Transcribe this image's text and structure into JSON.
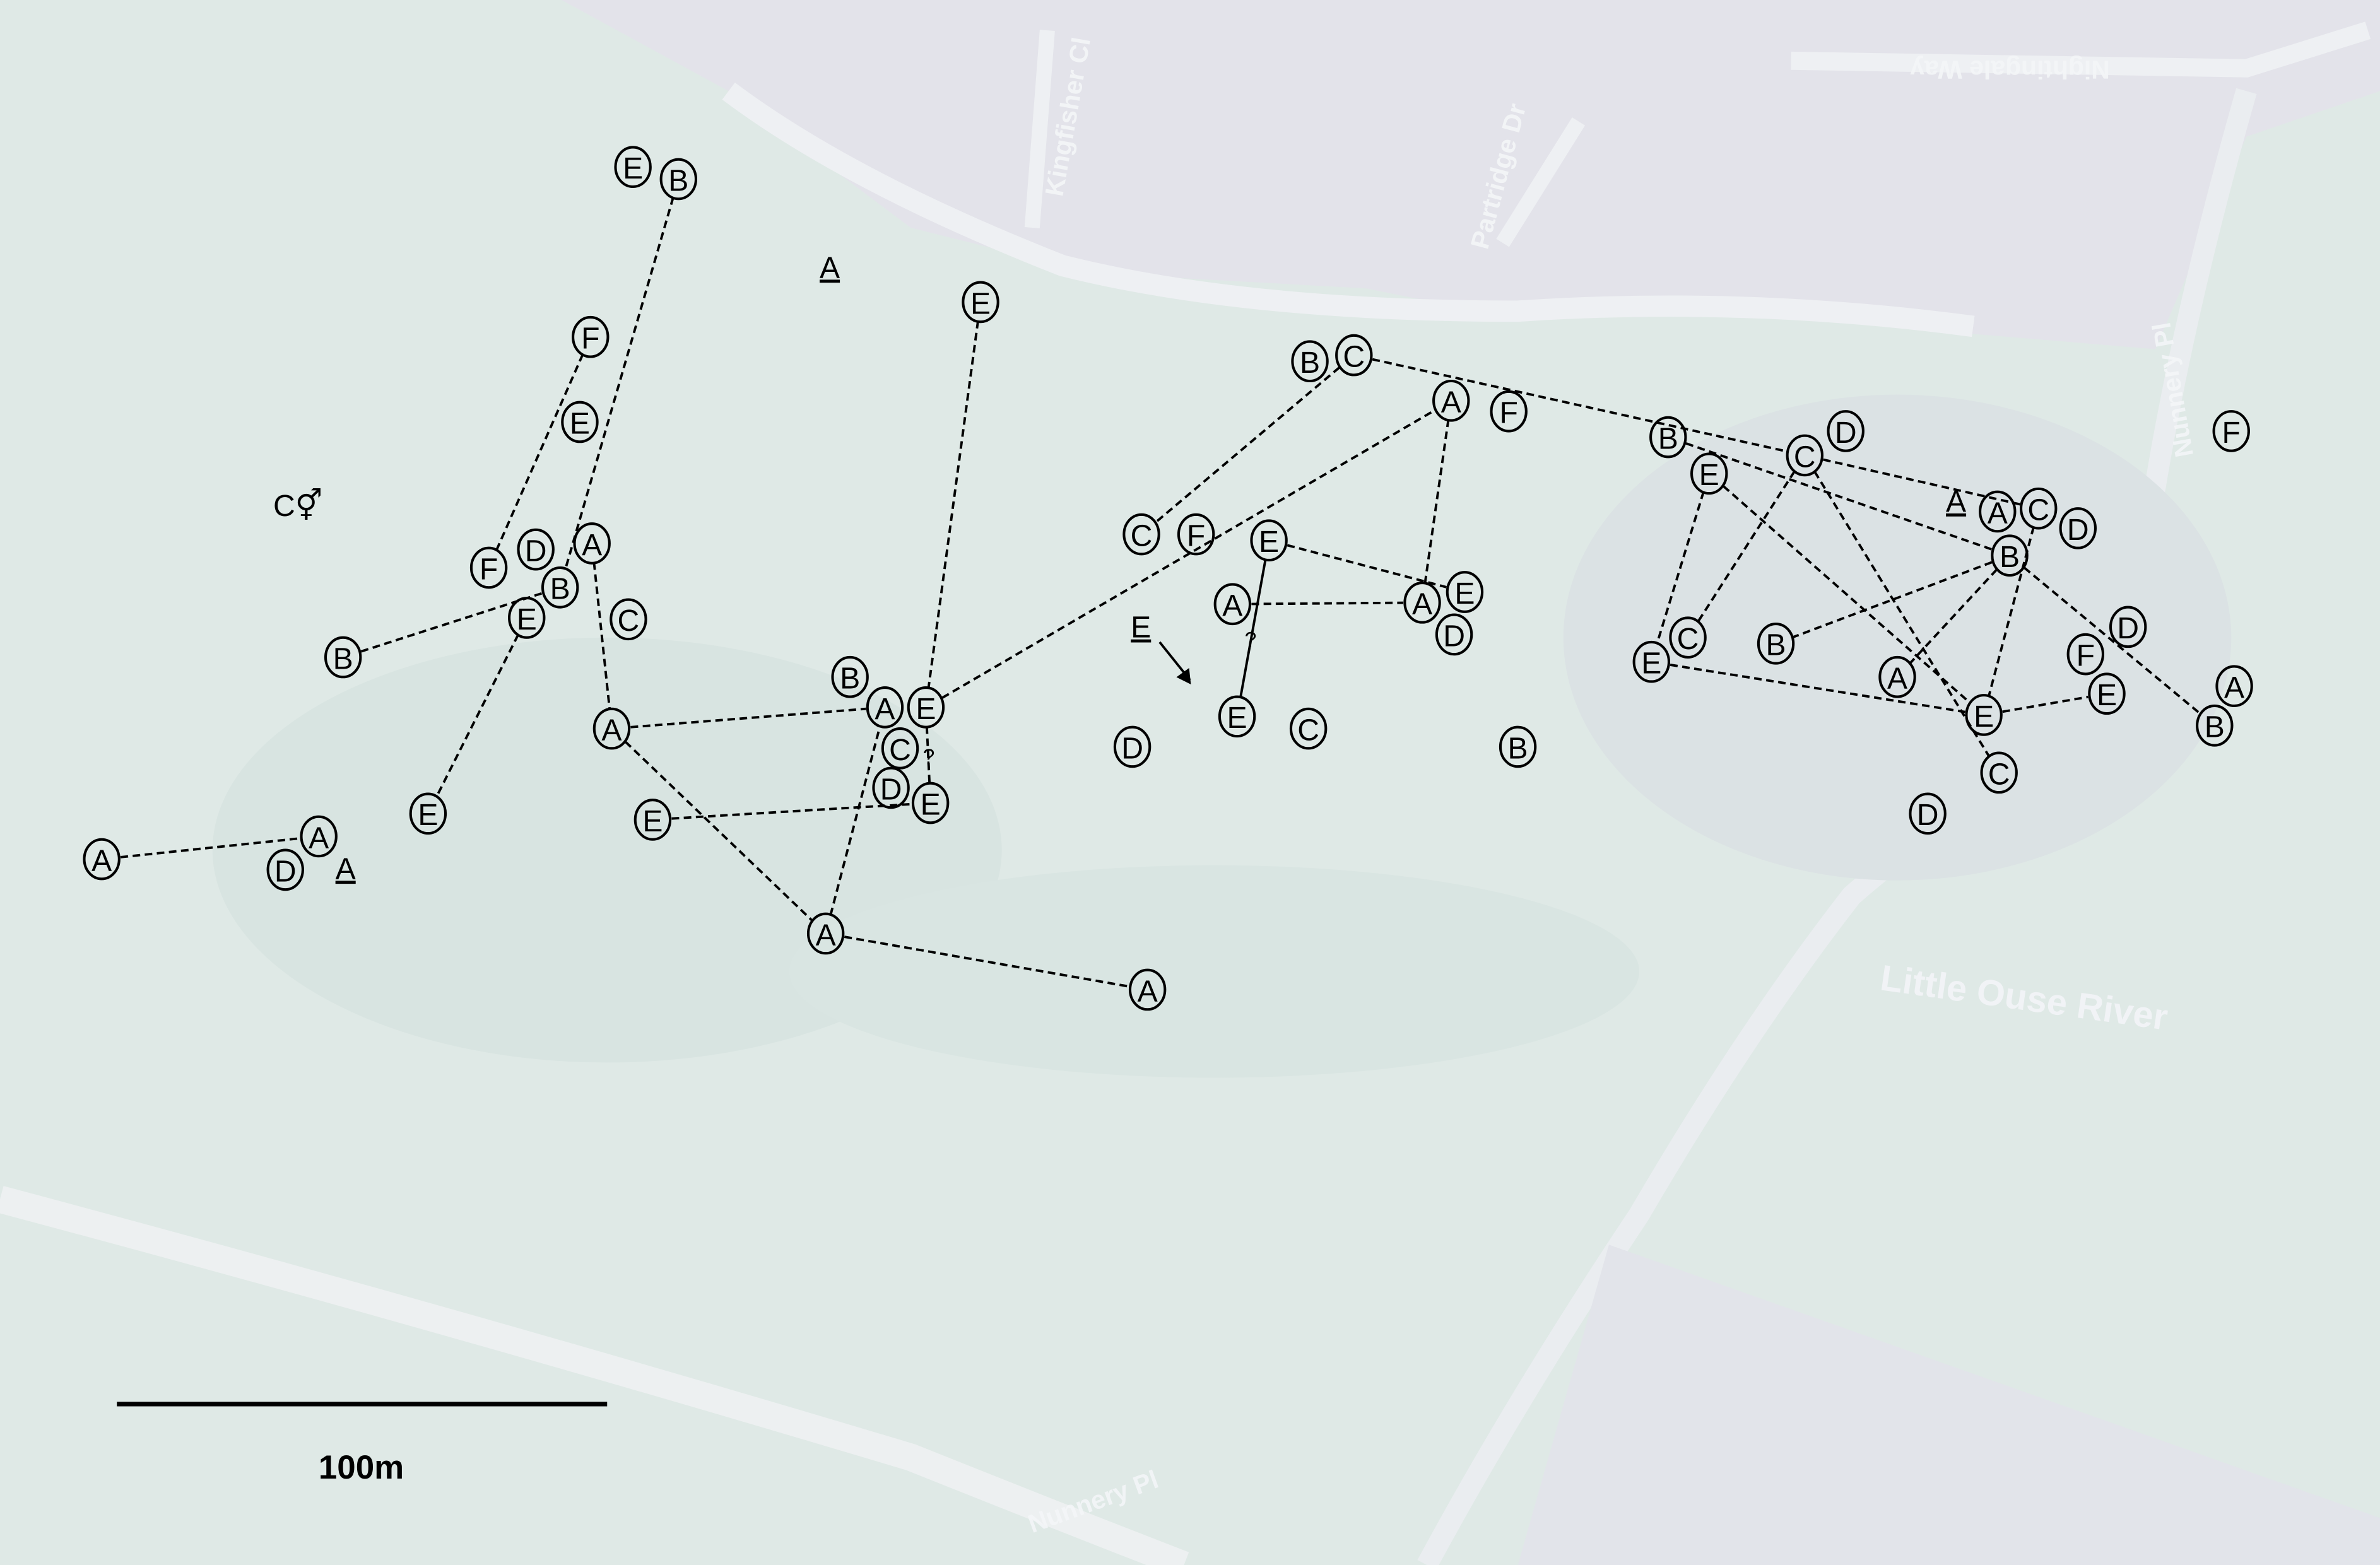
{
  "map": {
    "background_color": "#dfe9e6",
    "road_names": [
      "Kingfisher Cl",
      "Partridge Dr",
      "Nightingale Way",
      "Nunnery Pl",
      "Nunnery Pl"
    ],
    "river_name": "Little Ouse River",
    "scale_bar": {
      "label": "100m"
    }
  },
  "annotations": {
    "sex_label": "C⚥",
    "underlined_labels": [
      "A",
      "A",
      "E",
      "A"
    ],
    "question_marks": [
      "?",
      "?"
    ]
  },
  "markers": [
    {
      "label": "E"
    },
    {
      "label": "B"
    },
    {
      "label": "F"
    },
    {
      "label": "E"
    },
    {
      "label": "F"
    },
    {
      "label": "D"
    },
    {
      "label": "A"
    },
    {
      "label": "B"
    },
    {
      "label": "E"
    },
    {
      "label": "C"
    },
    {
      "label": "B"
    },
    {
      "label": "E"
    },
    {
      "label": "A"
    },
    {
      "label": "A"
    },
    {
      "label": "A"
    },
    {
      "label": "D"
    },
    {
      "label": "E"
    },
    {
      "label": "B"
    },
    {
      "label": "A"
    },
    {
      "label": "E"
    },
    {
      "label": "C"
    },
    {
      "label": "D"
    },
    {
      "label": "E"
    },
    {
      "label": "E"
    },
    {
      "label": "A"
    },
    {
      "label": "A"
    },
    {
      "label": "B"
    },
    {
      "label": "C"
    },
    {
      "label": "A"
    },
    {
      "label": "F"
    },
    {
      "label": "C"
    },
    {
      "label": "F"
    },
    {
      "label": "E"
    },
    {
      "label": "A"
    },
    {
      "label": "A"
    },
    {
      "label": "E"
    },
    {
      "label": "D"
    },
    {
      "label": "E"
    },
    {
      "label": "C"
    },
    {
      "label": "D"
    },
    {
      "label": "B"
    },
    {
      "label": "B"
    },
    {
      "label": "E"
    },
    {
      "label": "C"
    },
    {
      "label": "D"
    },
    {
      "label": "A"
    },
    {
      "label": "C"
    },
    {
      "label": "D"
    },
    {
      "label": "B"
    },
    {
      "label": "C"
    },
    {
      "label": "E"
    },
    {
      "label": "B"
    },
    {
      "label": "A"
    },
    {
      "label": "E"
    },
    {
      "label": "F"
    },
    {
      "label": "D"
    },
    {
      "label": "E"
    },
    {
      "label": "C"
    },
    {
      "label": "D"
    },
    {
      "label": "A"
    },
    {
      "label": "B"
    },
    {
      "label": "F"
    }
  ],
  "links": [
    {
      "from": 1,
      "to": 7,
      "style": "dashed"
    },
    {
      "from": 2,
      "to": 4,
      "style": "dashed"
    },
    {
      "from": 10,
      "to": 7,
      "style": "dashed"
    },
    {
      "from": 8,
      "to": 11,
      "style": "dashed"
    },
    {
      "from": 6,
      "to": 12,
      "style": "dashed"
    },
    {
      "from": 12,
      "to": 18,
      "style": "dashed"
    },
    {
      "from": 12,
      "to": 24,
      "style": "dashed"
    },
    {
      "from": 24,
      "to": 25,
      "style": "dashed"
    },
    {
      "from": 24,
      "to": 18,
      "style": "dashed"
    },
    {
      "from": 13,
      "to": 14,
      "style": "dashed"
    },
    {
      "from": 16,
      "to": 19,
      "style": "dashed"
    },
    {
      "from": 19,
      "to": 22,
      "style": "dashed"
    },
    {
      "from": 23,
      "to": 22,
      "style": "dashed"
    },
    {
      "from": 19,
      "to": 28,
      "style": "dashed"
    },
    {
      "from": 27,
      "to": 30,
      "style": "dashed"
    },
    {
      "from": 27,
      "to": 43,
      "style": "dashed"
    },
    {
      "from": 28,
      "to": 34,
      "style": "dashed"
    },
    {
      "from": 32,
      "to": 35,
      "style": "dashed"
    },
    {
      "from": 33,
      "to": 34,
      "style": "dashed"
    },
    {
      "from": 32,
      "to": 37,
      "style": "solid"
    },
    {
      "from": 41,
      "to": 48,
      "style": "dashed"
    },
    {
      "from": 42,
      "to": 53,
      "style": "dashed"
    },
    {
      "from": 42,
      "to": 50,
      "style": "dashed"
    },
    {
      "from": 43,
      "to": 49,
      "style": "dashed"
    },
    {
      "from": 43,
      "to": 57,
      "style": "dashed"
    },
    {
      "from": 43,
      "to": 46,
      "style": "dashed"
    },
    {
      "from": 48,
      "to": 51,
      "style": "dashed"
    },
    {
      "from": 48,
      "to": 52,
      "style": "dashed"
    },
    {
      "from": 46,
      "to": 53,
      "style": "dashed"
    },
    {
      "from": 50,
      "to": 53,
      "style": "dashed"
    },
    {
      "from": 53,
      "to": 56,
      "style": "dashed"
    },
    {
      "from": 48,
      "to": 60,
      "style": "dashed"
    }
  ]
}
